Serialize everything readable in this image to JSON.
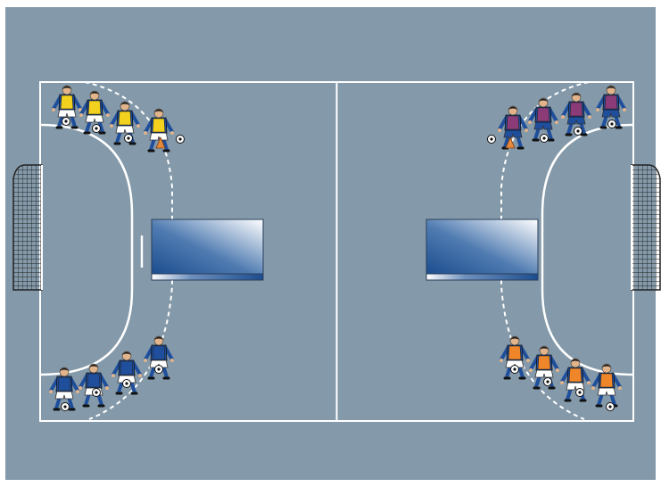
{
  "colors": {
    "background": "#ffffff",
    "floor": "#8499a9",
    "lines": "#ffffff",
    "net": "#222222",
    "mat_dark": "#1c4d8e",
    "mat_light": "#ffffff",
    "bib_yellow": "#f2d21e",
    "bib_purple": "#8a3b78",
    "bib_orange": "#f0862a",
    "jersey_blue": "#1f4f9c",
    "shorts_white": "#ffffff",
    "shorts_blue": "#1f4f9c",
    "socks_blue": "#1f4f9c",
    "skin": "#e2b48c",
    "hair": "#1b1b1b",
    "cone": "#e58a3a"
  },
  "court": {
    "goals": [
      "left-goal",
      "right-goal"
    ],
    "mats": [
      "left-mat",
      "right-mat"
    ]
  },
  "player_groups": [
    {
      "id": "top-left",
      "bib": "bib_yellow",
      "count": 4,
      "has_cone": true
    },
    {
      "id": "top-right",
      "bib": "bib_purple",
      "count": 4,
      "has_cone": true
    },
    {
      "id": "bottom-left",
      "bib": "jersey_blue",
      "count": 4,
      "has_cone": false
    },
    {
      "id": "bottom-right",
      "bib": "bib_orange",
      "count": 4,
      "has_cone": false
    }
  ]
}
